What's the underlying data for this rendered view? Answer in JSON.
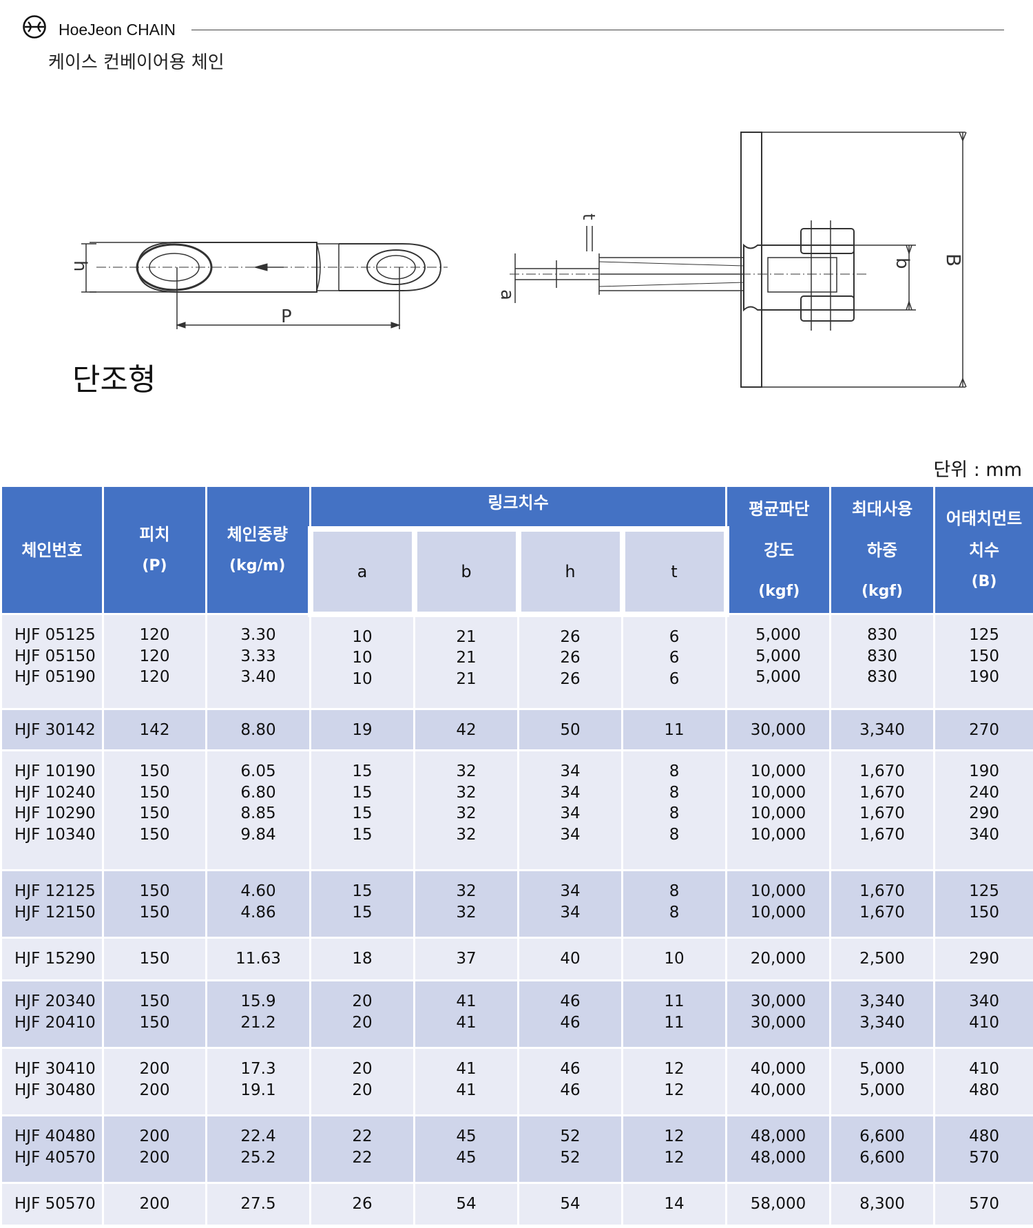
{
  "header": {
    "brand": "HoeJeon CHAIN",
    "subtitle": "케이스 컨베이어용 체인"
  },
  "drawing": {
    "type_label": "단조형",
    "dim_labels": {
      "h": "h",
      "p": "P",
      "a": "a",
      "t": "t",
      "b": "b",
      "B": "B"
    }
  },
  "unit_label": "단위 : mm",
  "table": {
    "headers": {
      "chain_no": "체인번호",
      "pitch": "피치",
      "pitch_unit": "(P)",
      "weight": "체인중량",
      "weight_unit": "(kg/m)",
      "link_dims": "링크치수",
      "a": "a",
      "b": "b",
      "h": "h",
      "t": "t",
      "breaking_l1": "평균파단",
      "breaking_l2": "강도",
      "breaking_unit": "(kgf)",
      "max_load_l1": "최대사용",
      "max_load_l2": "하중",
      "max_load_unit": "(kgf)",
      "attachment_l1": "어태치먼트",
      "attachment_l2": "치수",
      "attachment_unit": "(B)"
    },
    "groups": [
      {
        "chain": "HJF 05125\nHJF 05150\nHJF 05190",
        "pitch": "120\n120\n120",
        "weight": "3.30\n3.33\n3.40",
        "a": "10\n10\n10",
        "b": "21\n21\n21",
        "h": "26\n26\n26",
        "t": "6\n6\n6",
        "breaking": "5,000\n5,000\n5,000",
        "max_load": "830\n830\n830",
        "attach": "125\n150\n190"
      },
      {
        "chain": "HJF 30142",
        "pitch": "142",
        "weight": "8.80",
        "a": "19",
        "b": "42",
        "h": "50",
        "t": "11",
        "breaking": "30,000",
        "max_load": "3,340",
        "attach": "270"
      },
      {
        "chain": "HJF 10190\nHJF 10240\nHJF 10290\nHJF 10340",
        "pitch": "150\n150\n150\n150",
        "weight": "6.05\n6.80\n8.85\n9.84",
        "a": "15\n15\n15\n15",
        "b": "32\n32\n32\n32",
        "h": "34\n34\n34\n34",
        "t": "8\n8\n8\n8",
        "breaking": "10,000\n10,000\n10,000\n10,000",
        "max_load": "1,670\n1,670\n1,670\n1,670",
        "attach": "190\n240\n290\n340"
      },
      {
        "chain": "HJF 12125\nHJF 12150",
        "pitch": "150\n150",
        "weight": "4.60\n4.86",
        "a": "15\n15",
        "b": "32\n32",
        "h": "34\n34",
        "t": "8\n8",
        "breaking": "10,000\n10,000",
        "max_load": "1,670\n1,670",
        "attach": "125\n150"
      },
      {
        "chain": "HJF 15290",
        "pitch": "150",
        "weight": "11.63",
        "a": "18",
        "b": "37",
        "h": "40",
        "t": "10",
        "breaking": "20,000",
        "max_load": "2,500",
        "attach": "290"
      },
      {
        "chain": "HJF 20340\nHJF 20410",
        "pitch": "150\n150",
        "weight": "15.9\n21.2",
        "a": "20\n20",
        "b": "41\n41",
        "h": "46\n46",
        "t": "11\n11",
        "breaking": "30,000\n30,000",
        "max_load": "3,340\n3,340",
        "attach": "340\n410"
      },
      {
        "chain": "HJF 30410\nHJF 30480",
        "pitch": "200\n200",
        "weight": "17.3\n19.1",
        "a": "20\n20",
        "b": "41\n41",
        "h": "46\n46",
        "t": "12\n12",
        "breaking": "40,000\n40,000",
        "max_load": "5,000\n5,000",
        "attach": "410\n480"
      },
      {
        "chain": "HJF 40480\nHJF 40570",
        "pitch": "200\n200",
        "weight": "22.4\n25.2",
        "a": "22\n22",
        "b": "45\n45",
        "h": "52\n52",
        "t": "12\n12",
        "breaking": "48,000\n48,000",
        "max_load": "6,600\n6,600",
        "attach": "480\n570"
      },
      {
        "chain": "HJF 50570",
        "pitch": "200",
        "weight": "27.5",
        "a": "26",
        "b": "54",
        "h": "54",
        "t": "14",
        "breaking": "58,000",
        "max_load": "8,300",
        "attach": "570"
      }
    ]
  }
}
